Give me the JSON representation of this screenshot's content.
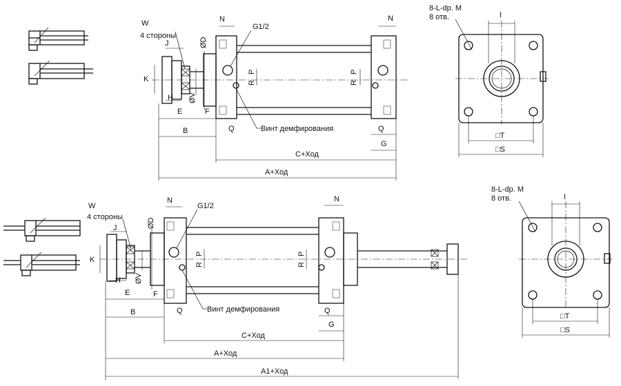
{
  "labels": {
    "W": "W",
    "sides": "4 стороны",
    "J": "J",
    "K": "K",
    "H": "H",
    "E": "E",
    "F": "F",
    "B": "B",
    "D": "ØD",
    "V": "ØV",
    "N": "N",
    "G12": "G1/2",
    "P": "P",
    "R": "R",
    "Q": "Q",
    "G": "G",
    "screw": "Винт демфирования",
    "C_stroke": "C+Ход",
    "A_stroke": "A+Ход",
    "A1_stroke": "A1+Ход",
    "holes_spec": "8-L-dp. M",
    "holes_count": "8 отв.",
    "I": "I",
    "T": "□T",
    "S": "□S"
  }
}
